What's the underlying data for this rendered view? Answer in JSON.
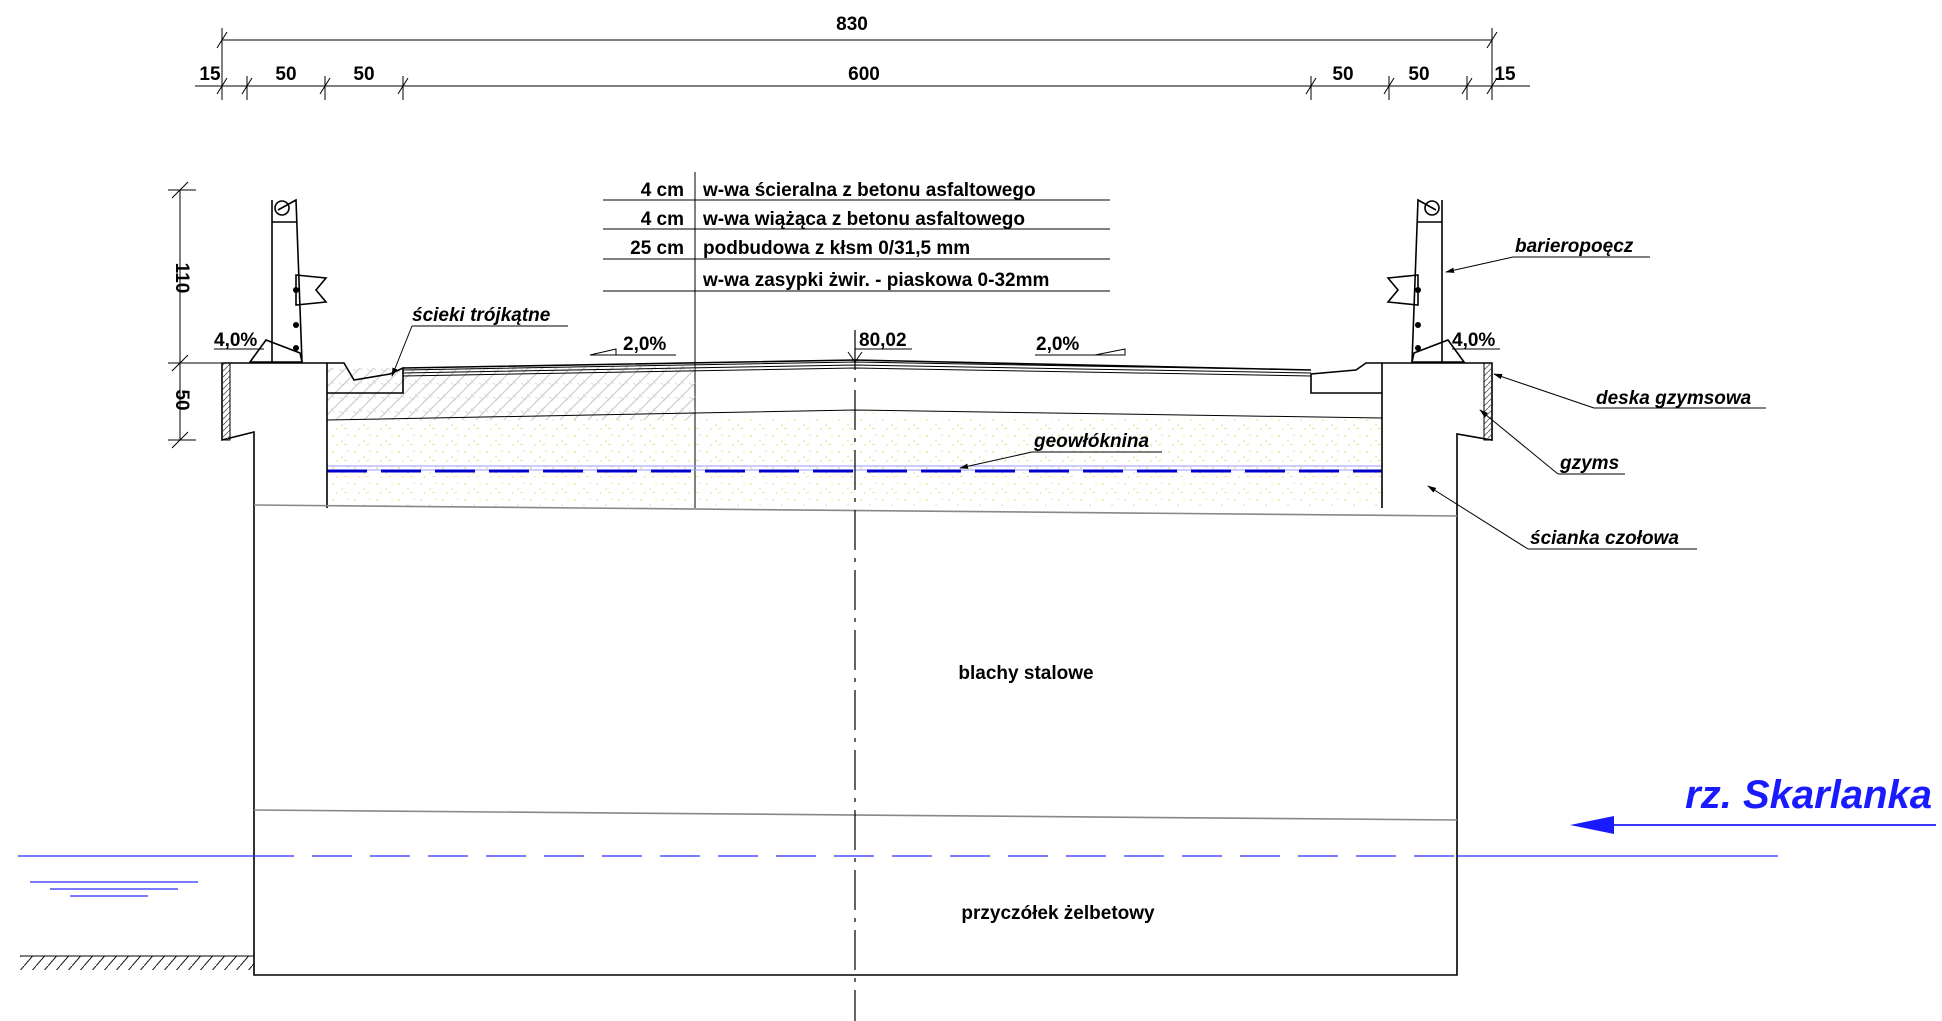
{
  "dimensions": {
    "total": "830",
    "segments": [
      "15",
      "50",
      "50",
      "600",
      "50",
      "50",
      "15"
    ]
  },
  "vertical_dims": [
    "110",
    "50"
  ],
  "layers": [
    {
      "thickness": "4 cm",
      "desc": "w-wa ścieralna z betonu asfaltowego"
    },
    {
      "thickness": "4 cm",
      "desc": "w-wa wiążąca z betonu asfaltowego"
    },
    {
      "thickness": "25 cm",
      "desc": "podbudowa z kłsm 0/31,5 mm"
    },
    {
      "thickness": "",
      "desc": "w-wa zasypki żwir. - piaskowa 0-32mm"
    }
  ],
  "slopes": {
    "left_edge": "4,0%",
    "left_road": "2,0%",
    "right_road": "2,0%",
    "right_edge": "4,0%"
  },
  "elevation": "80,02",
  "labels": {
    "gutters": "ścieki trójkątne",
    "barrier": "barieropoęcz",
    "cornice_board": "deska gzymsowa",
    "cornice": "gzyms",
    "end_wall": "ścianka czołowa",
    "geotextile": "geowłóknina",
    "steel_plates": "blachy stalowe",
    "abutment": "przyczółek żelbetowy",
    "river": "rz. Skarlanka"
  },
  "colors": {
    "lines": "#000000",
    "water": "#2a2aff",
    "river_text": "#1a1aff",
    "fill_hatch": "#c8c8c8",
    "gravel_dots": "#e6e08a"
  }
}
